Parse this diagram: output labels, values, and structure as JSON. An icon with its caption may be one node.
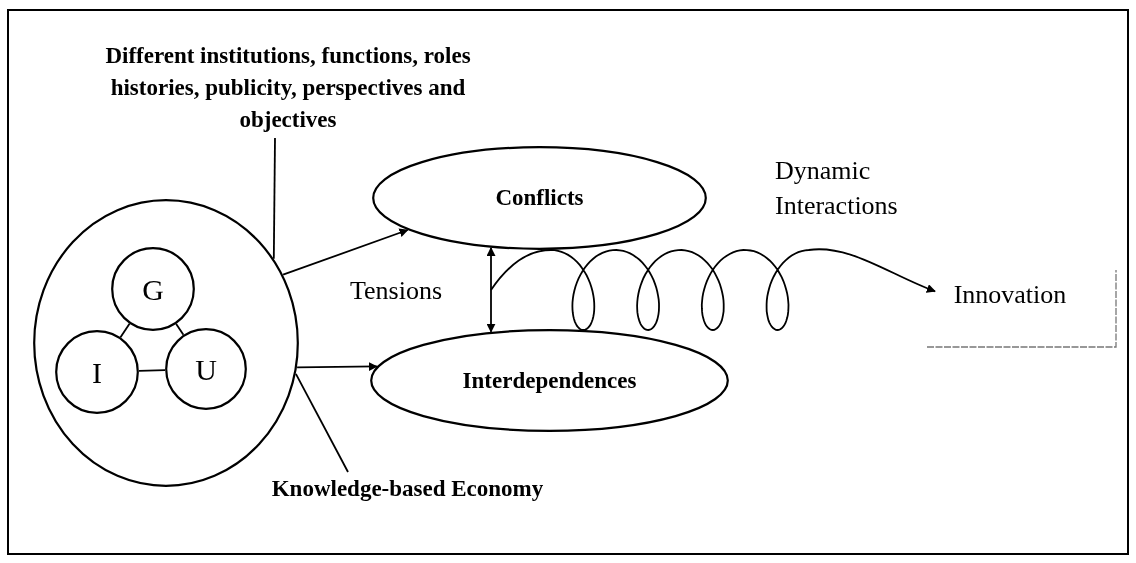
{
  "diagram": {
    "nodes": [
      {
        "text": [],
        "shape": "circle"
      },
      {
        "text": [
          "G"
        ],
        "in": 0
      },
      {
        "text": [
          "I"
        ],
        "in": 0
      },
      {
        "text": [
          "U"
        ],
        "in": 0
      },
      {
        "text": [
          "Conflicts"
        ]
      },
      {
        "text": [
          "Interdependences"
        ]
      },
      {
        "text": [
          "Innovation"
        ]
      },
      {
        "text": [
          "Different institutions, functions, roles histories, publicity, perspectives and objectives"
        ]
      },
      {
        "text": [
          "Knowledge-based Economy"
        ]
      }
    ],
    "edges": [
      {
        "from": 0,
        "to": 4,
        "arrow": "to"
      },
      {
        "from": 0,
        "to": 5,
        "arrow": "to"
      },
      {
        "from": 1,
        "to": 2,
        "arrow": "none"
      },
      {
        "from": 1,
        "to": 3,
        "arrow": "none"
      },
      {
        "from": 2,
        "to": 3,
        "arrow": "none"
      },
      {
        "from": 4,
        "to": 5,
        "arrow": "both",
        "label": "Tensions"
      },
      {
        "from": null,
        "to": 6,
        "arrow": "to",
        "label": "Dynamic Interactions"
      },
      {
        "from": 7,
        "to": 0,
        "arrow": "none"
      },
      {
        "from": 8,
        "to": 0,
        "arrow": "none"
      }
    ]
  }
}
